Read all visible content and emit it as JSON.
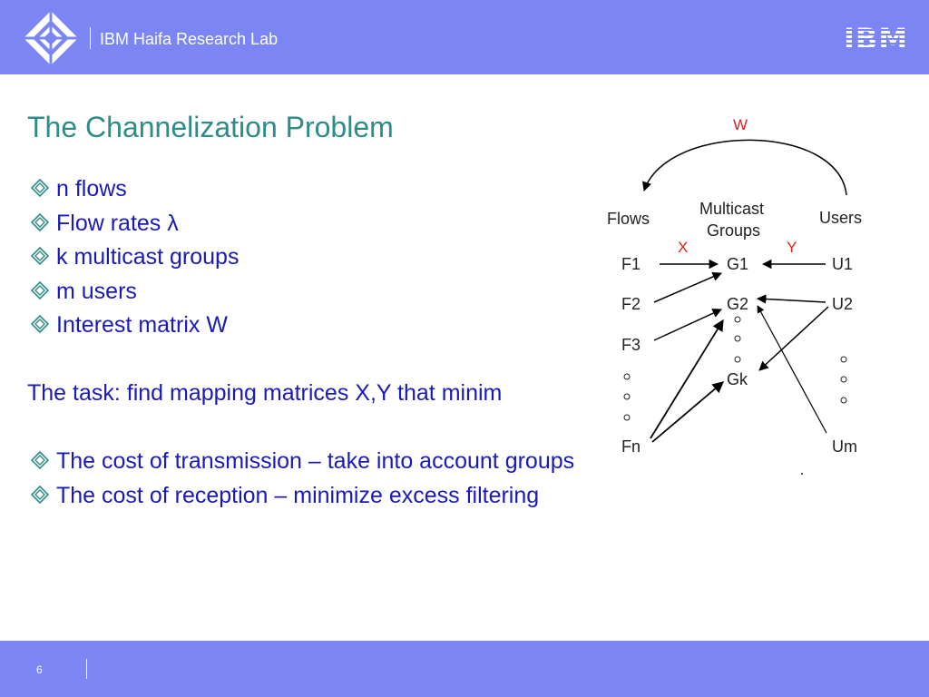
{
  "header": {
    "lab_name": "IBM Haifa Research Lab",
    "brand_logo": "IBM",
    "colors": {
      "bar": "#7b86f4",
      "text": "#ffffff"
    }
  },
  "slide": {
    "title": "The Channelization Problem",
    "bullets_top": [
      {
        "text": "n flows"
      },
      {
        "text": "Flow rates λ"
      },
      {
        "text": "k multicast groups"
      },
      {
        "text": "m users"
      },
      {
        "text": "Interest matrix W"
      }
    ],
    "task": "The task: find mapping matrices X,Y that minim",
    "bullets_bottom": [
      {
        "text": "The cost of transmission – take into account groups"
      },
      {
        "text": "The cost of reception – minimize excess filtering"
      }
    ],
    "colors": {
      "title": "#2e8b85",
      "body": "#1a1ab8",
      "bullet_icon": "#2e8b85"
    },
    "bullet_icon": "diamond-bullet-icon"
  },
  "diagram": {
    "label_w": "W",
    "label_x": "X",
    "label_y": "Y",
    "col_flows": "Flows",
    "col_groups_line1": "Multicast",
    "col_groups_line2": "Groups",
    "col_users": "Users",
    "flows": [
      "F1",
      "F2",
      "F3",
      "Fn"
    ],
    "groups": [
      "G1",
      "G2",
      "Gk"
    ],
    "users": [
      "U1",
      "U2",
      "Um"
    ],
    "colors": {
      "red_labels": "#e02020",
      "lines": "#000000",
      "text": "#222222"
    }
  },
  "footer": {
    "page_number": "6"
  }
}
